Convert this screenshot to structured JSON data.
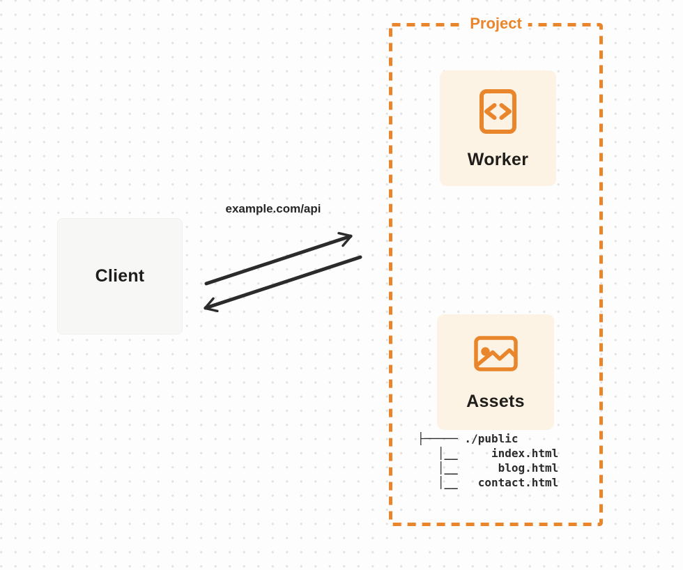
{
  "page": {
    "background": "#FDFDFD",
    "dot_color": "#E3E3E3"
  },
  "client": {
    "label": "Client"
  },
  "connection": {
    "label": "example.com/api",
    "arrow_color": "#2B2B2B",
    "direction": "bidirectional"
  },
  "project": {
    "label": "Project",
    "accent_color": "#E9862C",
    "card_background": "#FCF3E5",
    "nodes": [
      {
        "label": "Worker",
        "icon": "code-file-icon"
      },
      {
        "label": "Assets",
        "icon": "image-icon"
      }
    ],
    "file_tree": {
      "lines": [
        "├───── ./public",
        "   │__     index.html",
        "   │__      blog.html",
        "   │__   contact.html"
      ]
    }
  }
}
